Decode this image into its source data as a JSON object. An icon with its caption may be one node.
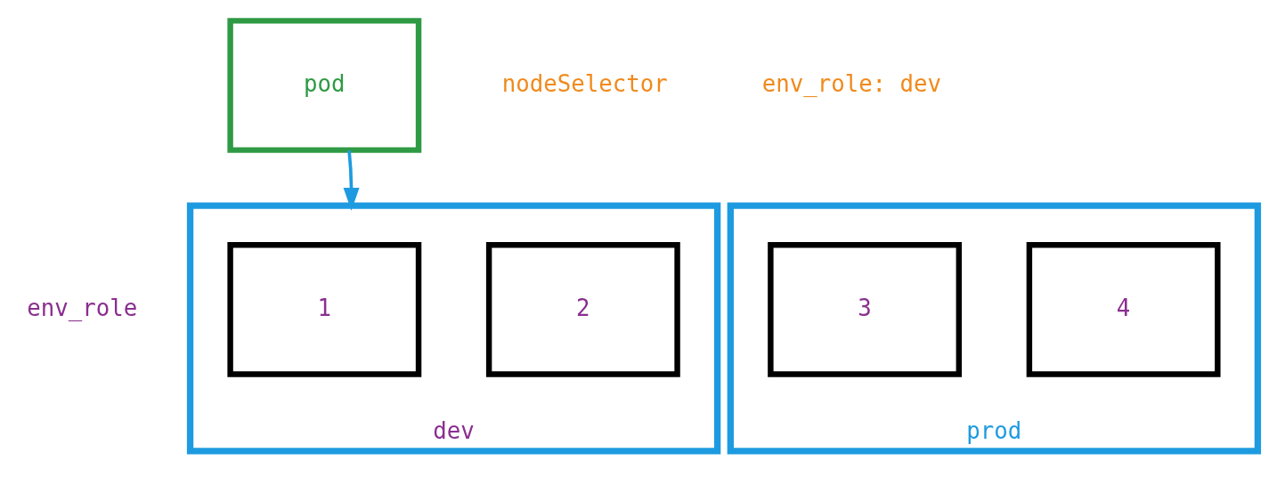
{
  "diagram": {
    "nodes": [
      {
        "text": [
          "pod"
        ]
      },
      {
        "text": [
          "dev"
        ]
      },
      {
        "text": [
          "1"
        ],
        "in": 1
      },
      {
        "text": [
          "2"
        ],
        "in": 1
      },
      {
        "text": [
          "prod"
        ]
      },
      {
        "text": [
          "3"
        ],
        "in": 4
      },
      {
        "text": [
          "4"
        ],
        "in": 4
      }
    ],
    "edges": [
      {
        "from": 0,
        "to": 1,
        "arrow": "to"
      }
    ],
    "labels": [
      "nodeSelector",
      "env_role: dev",
      "env_role"
    ]
  }
}
